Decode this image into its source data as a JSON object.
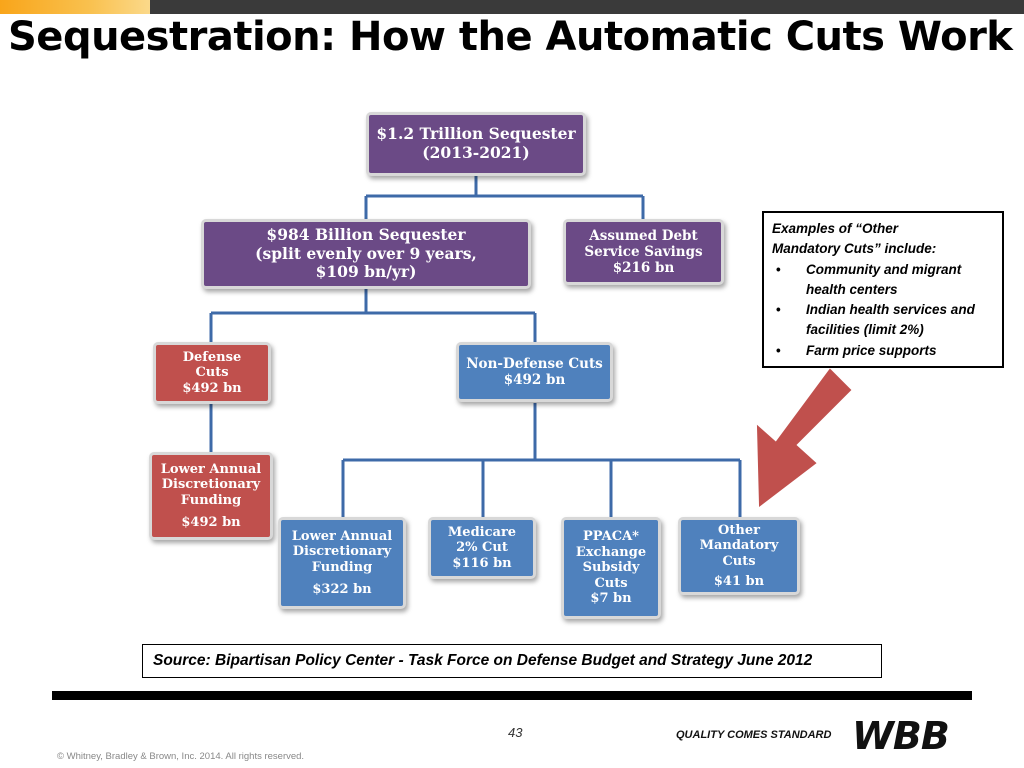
{
  "title": "Sequestration: How the Automatic Cuts Work",
  "colors": {
    "purple": "#6b4a86",
    "red": "#c0504d",
    "blue": "#4f81bd",
    "connector": "#3e6aa8",
    "arrow": "#c0504d",
    "accent": "#f9a51a"
  },
  "diagram": {
    "root": [
      "$1.2 Trillion Sequester",
      "(2013-2021)"
    ],
    "sequester984": [
      "$984 Billion Sequester",
      "(split evenly over 9 years,",
      "$109 bn/yr)"
    ],
    "debt_service": [
      "Assumed Debt",
      "Service Savings",
      "$216 bn"
    ],
    "defense": [
      "Defense",
      "Cuts",
      "$492 bn"
    ],
    "non_defense": [
      "Non-Defense Cuts",
      "$492 bn"
    ],
    "defense_discretionary": [
      "Lower Annual",
      "Discretionary",
      "Funding",
      "$492 bn"
    ],
    "nd_discretionary": [
      "Lower Annual",
      "Discretionary",
      "Funding",
      "$322 bn"
    ],
    "medicare": [
      "Medicare",
      "2% Cut",
      "$116 bn"
    ],
    "ppaca": [
      "PPACA*",
      "Exchange",
      "Subsidy",
      "Cuts",
      "$7 bn"
    ],
    "other_mandatory": [
      "Other",
      "Mandatory",
      "Cuts",
      "$41 bn"
    ]
  },
  "examples": {
    "heading_line1": "Examples of “Other",
    "heading_line2": "Mandatory Cuts” include:",
    "items": [
      [
        "Community and migrant",
        "health centers"
      ],
      [
        "Indian health services and",
        "facilities (limit 2%)"
      ],
      [
        "Farm price supports"
      ]
    ]
  },
  "source": "Source:  Bipartisan Policy Center - Task Force on Defense Budget and Strategy June 2012",
  "footer": {
    "page": "43",
    "tagline": "QUALITY COMES STANDARD",
    "logo_text": "WBB",
    "copyright": "© Whitney, Bradley & Brown, Inc. 2014. All rights reserved."
  }
}
